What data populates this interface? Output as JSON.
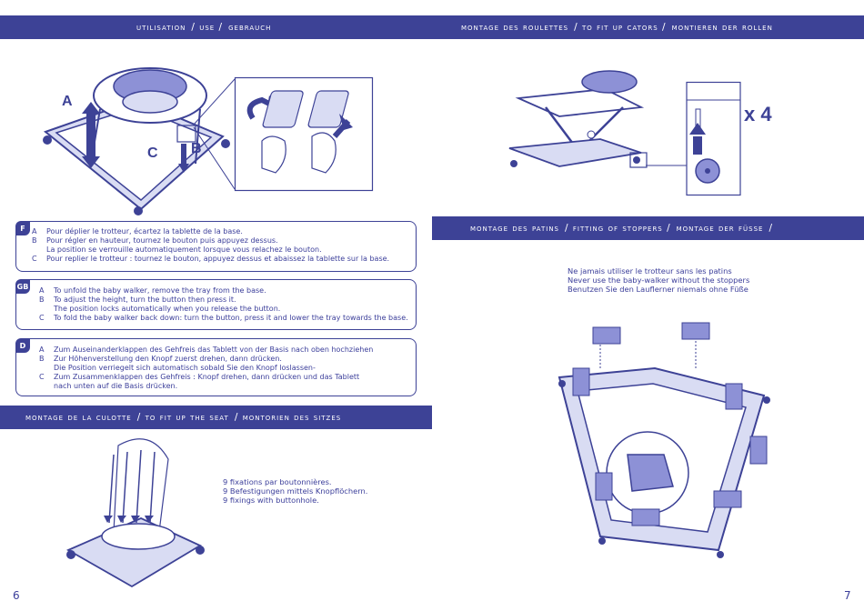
{
  "left": {
    "header_use": {
      "a": "utilisation",
      "b": "/ use /",
      "c": "gebrauch"
    },
    "labels": {
      "a": "A",
      "b": "B",
      "c": "C"
    },
    "instructions": [
      {
        "lang": "F",
        "lines": [
          {
            "key": "A",
            "text": "Pour déplier le trotteur, écartez la tablette de la base."
          },
          {
            "key": "B",
            "text": "Pour régler en hauteur, tournez le bouton puis appuyez dessus."
          },
          {
            "key": "",
            "text": "La position se verrouille automatiquement lorsque vous relachez le bouton."
          },
          {
            "key": "C",
            "text": "Pour replier le trotteur : tournez le bouton, appuyez dessus et abaissez la tablette sur la base."
          }
        ]
      },
      {
        "lang": "GB",
        "lines": [
          {
            "key": "A",
            "text": "To unfold the baby walker, remove the tray from the base."
          },
          {
            "key": "B",
            "text": "To adjust the height, turn the button then press it."
          },
          {
            "key": "",
            "text": "The position locks automatically when you release the button."
          },
          {
            "key": "C",
            "text": "To fold the baby walker back down: turn the button, press it and lower the tray towards the base."
          }
        ]
      },
      {
        "lang": "D",
        "lines": [
          {
            "key": "A",
            "text": "Zum Auseinanderklappen des Gehfreis das Tablett von der Basis nach oben hochziehen"
          },
          {
            "key": "B",
            "text": "Zur Höhenverstellung den Knopf zuerst drehen, dann drücken."
          },
          {
            "key": "",
            "text": "Die Position verriegelt sich automatisch sobald Sie den Knopf loslassen-"
          },
          {
            "key": "C",
            "text": "Zum Zusammenklappen des Gehfreis : Knopf drehen, dann drücken und das Tablett"
          },
          {
            "key": "",
            "text": "nach unten auf die Basis drücken."
          }
        ]
      }
    ],
    "header_seat": {
      "a": "montage de la culotte",
      "b": "/ to fit up the seat",
      "c": "/ montorien des sitzes"
    },
    "seat_notes": [
      "9 fixations par boutonnières.",
      "9 Befestigungen mittels Knopflöchern.",
      "9 fixings with buttonhole."
    ],
    "page_number": "6"
  },
  "right": {
    "header_castors": {
      "a": "montage des roulettes",
      "b": "/ to fit up cators /",
      "c": "montieren der rollen"
    },
    "x4_label": "x 4",
    "header_stoppers": {
      "a": "montage des patins",
      "b": "/ fitting of stoppers /",
      "c": "montage der füsse",
      "d": "/"
    },
    "warnings": [
      "Ne jamais utiliser le trotteur sans les patins",
      "Never use the baby-walker without the stoppers",
      "Benutzen Sie den Lauflerner niemals ohne Füße"
    ],
    "page_number": "7"
  },
  "colors": {
    "band": "#3d4296",
    "text": "#3b3e9a",
    "fill_light": "#d9dcf3",
    "fill_mid": "#8d91d6"
  }
}
